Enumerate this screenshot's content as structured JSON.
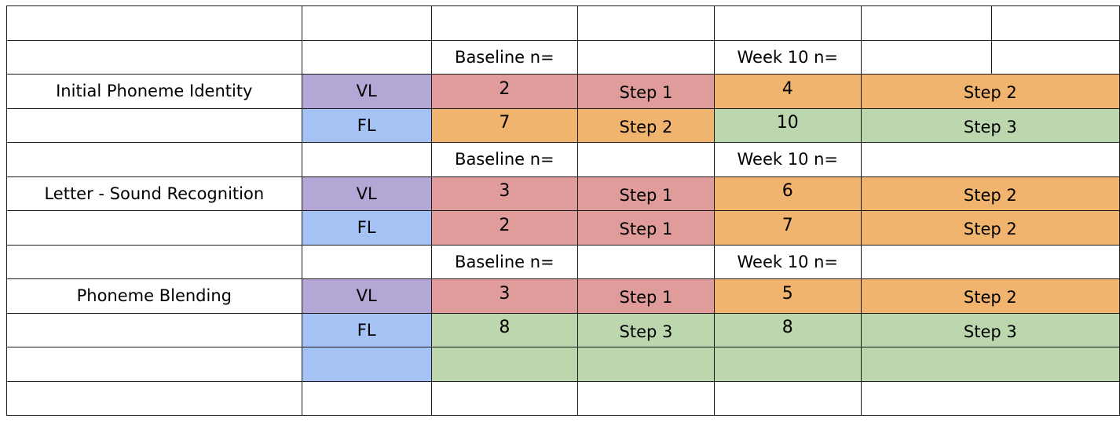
{
  "colors": {
    "purple": "#b4a7d6",
    "blue": "#a4c2f4",
    "red": "#e09b9b",
    "orange": "#f0b46f",
    "green": "#bcd6ae"
  },
  "rows": [
    {
      "cells": [
        {
          "text": "",
          "color": "white"
        },
        {
          "text": "",
          "color": "white"
        },
        {
          "text": "",
          "color": "white"
        },
        {
          "text": "",
          "color": "white"
        },
        {
          "text": "",
          "color": "white"
        },
        {
          "text": "",
          "color": "white"
        },
        {
          "text": "",
          "color": "white"
        }
      ]
    },
    {
      "cells": [
        {
          "text": "",
          "color": "white"
        },
        {
          "text": "",
          "color": "white"
        },
        {
          "text": "Baseline n=",
          "color": "white"
        },
        {
          "text": "",
          "color": "white"
        },
        {
          "text": "Week 10 n=",
          "color": "white"
        },
        {
          "text": "",
          "color": "white"
        }
      ]
    },
    {
      "cells": [
        {
          "text": "Initial Phoneme Identity",
          "color": "white"
        },
        {
          "text": "VL",
          "color": "purple"
        },
        {
          "text": "2",
          "color": "red"
        },
        {
          "text": "Step 1",
          "color": "red"
        },
        {
          "text": "4",
          "color": "orange"
        },
        {
          "text": "Step 2",
          "color": "orange"
        }
      ]
    },
    {
      "cells": [
        {
          "text": "",
          "color": "white"
        },
        {
          "text": "FL",
          "color": "blue"
        },
        {
          "text": "7",
          "color": "orange"
        },
        {
          "text": "Step 2",
          "color": "orange"
        },
        {
          "text": "10",
          "color": "green"
        },
        {
          "text": "Step 3",
          "color": "green"
        }
      ]
    },
    {
      "cells": [
        {
          "text": "",
          "color": "white"
        },
        {
          "text": "",
          "color": "white"
        },
        {
          "text": "Baseline n=",
          "color": "white"
        },
        {
          "text": "",
          "color": "white"
        },
        {
          "text": "Week 10 n=",
          "color": "white"
        },
        {
          "text": "",
          "color": "white"
        }
      ]
    },
    {
      "cells": [
        {
          "text": "Letter - Sound Recognition",
          "color": "white"
        },
        {
          "text": "VL",
          "color": "purple"
        },
        {
          "text": "3",
          "color": "red"
        },
        {
          "text": "Step 1",
          "color": "red"
        },
        {
          "text": "6",
          "color": "orange"
        },
        {
          "text": "Step 2",
          "color": "orange"
        }
      ]
    },
    {
      "cells": [
        {
          "text": "",
          "color": "white"
        },
        {
          "text": "FL",
          "color": "blue"
        },
        {
          "text": "2",
          "color": "red"
        },
        {
          "text": "Step 1",
          "color": "red"
        },
        {
          "text": "7",
          "color": "orange"
        },
        {
          "text": "Step 2",
          "color": "orange"
        }
      ]
    },
    {
      "cells": [
        {
          "text": "",
          "color": "white"
        },
        {
          "text": "",
          "color": "white"
        },
        {
          "text": "Baseline n=",
          "color": "white"
        },
        {
          "text": "",
          "color": "white"
        },
        {
          "text": "Week 10 n=",
          "color": "white"
        },
        {
          "text": "",
          "color": "white"
        }
      ]
    },
    {
      "cells": [
        {
          "text": "Phoneme Blending",
          "color": "white"
        },
        {
          "text": "VL",
          "color": "purple"
        },
        {
          "text": "3",
          "color": "red"
        },
        {
          "text": "Step 1",
          "color": "red"
        },
        {
          "text": "5",
          "color": "orange"
        },
        {
          "text": "Step 2",
          "color": "orange"
        }
      ]
    },
    {
      "cells": [
        {
          "text": "",
          "color": "white"
        },
        {
          "text": "FL",
          "color": "blue"
        },
        {
          "text": "8",
          "color": "green"
        },
        {
          "text": "Step 3",
          "color": "green"
        },
        {
          "text": "8",
          "color": "green"
        },
        {
          "text": "Step 3",
          "color": "green"
        }
      ]
    },
    {
      "cells": [
        {
          "text": "",
          "color": "white"
        },
        {
          "text": "",
          "color": "blue"
        },
        {
          "text": "",
          "color": "green"
        },
        {
          "text": "",
          "color": "green"
        },
        {
          "text": "",
          "color": "green"
        },
        {
          "text": "",
          "color": "green"
        }
      ]
    },
    {
      "cells": [
        {
          "text": "",
          "color": "white"
        },
        {
          "text": "",
          "color": "white"
        },
        {
          "text": "",
          "color": "white"
        },
        {
          "text": "",
          "color": "white"
        },
        {
          "text": "",
          "color": "white"
        },
        {
          "text": "",
          "color": "white"
        }
      ]
    }
  ]
}
